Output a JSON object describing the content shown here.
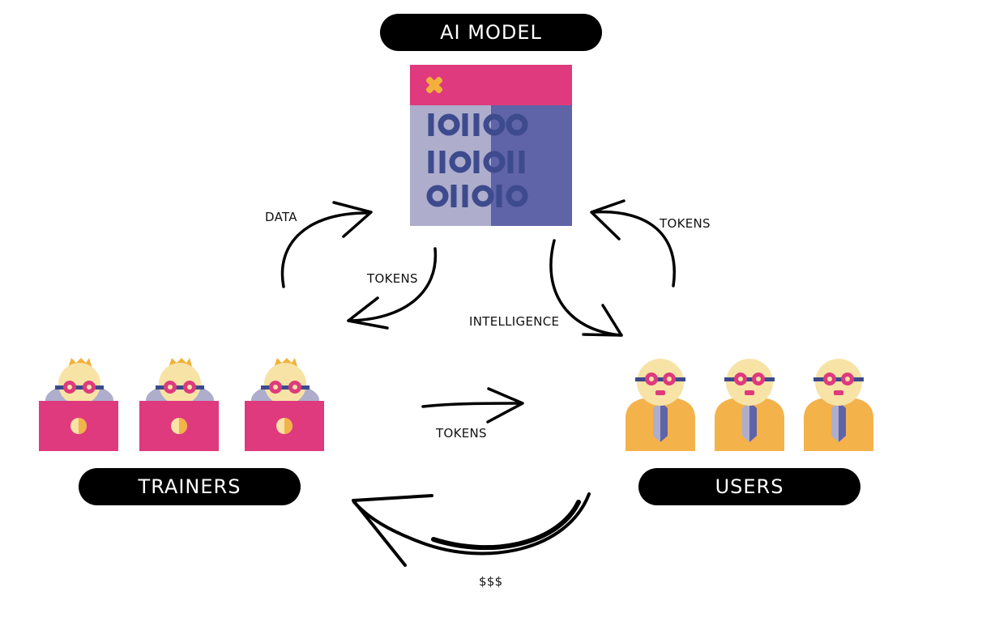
{
  "nodes": {
    "ai_model": "AI MODEL",
    "trainers": "TRAINERS",
    "users": "USERS"
  },
  "flows": {
    "data": "DATA",
    "tokens_to_trainers": "TOKENS",
    "intelligence": "INTELLIGENCE",
    "tokens_from_users": "TOKENS",
    "tokens_trainers_to_users": "TOKENS",
    "payment": "$$$"
  },
  "model_window": {
    "binary_rows": [
      "IOIIOO",
      "IIOIOII",
      "OIIOIO"
    ]
  },
  "colors": {
    "magenta": "#de3a7d",
    "slate_light": "#aeadcc",
    "slate_dark": "#5f63a7",
    "navy": "#3d4a8e",
    "orange": "#f4b24b",
    "cream": "#f8e3a6",
    "gold": "#f2b13a"
  }
}
